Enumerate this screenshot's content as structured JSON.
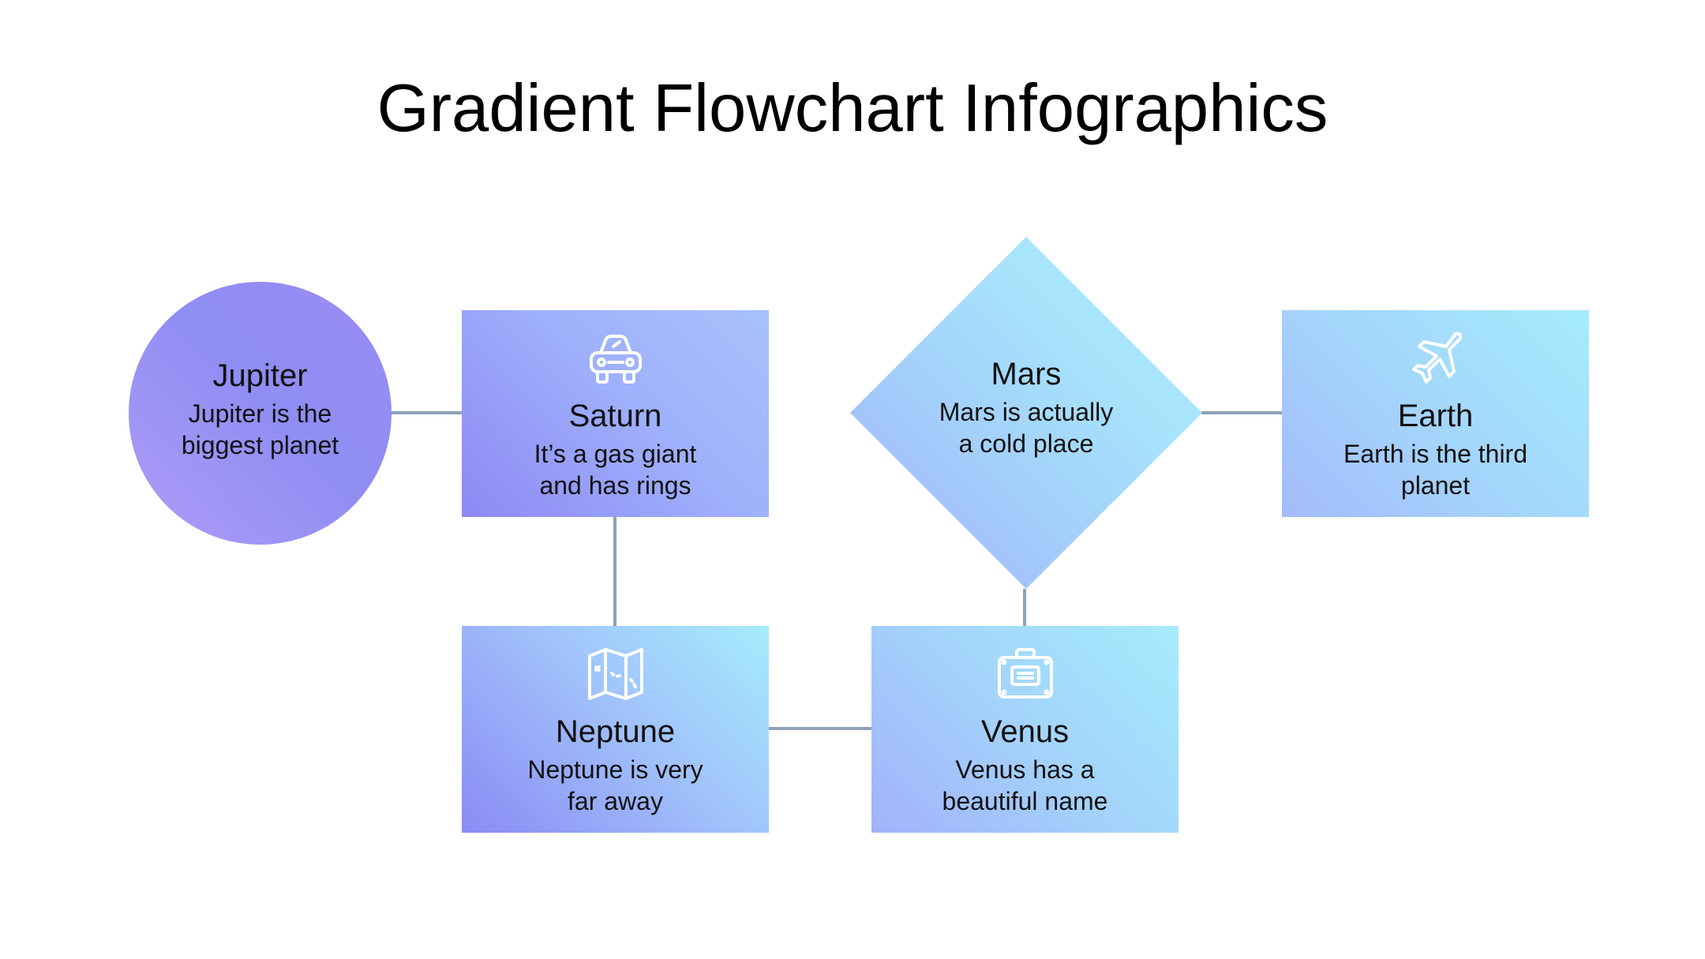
{
  "title": "Gradient Flowchart Infographics",
  "colors": {
    "connector": "#8da1b8",
    "purple": "#9a8cf4",
    "light_blue": "#a5ecfb",
    "icon_stroke": "#ffffff"
  },
  "nodes": {
    "jupiter": {
      "title": "Jupiter",
      "desc_line1": "Jupiter is the",
      "desc_line2": "biggest planet"
    },
    "saturn": {
      "title": "Saturn",
      "desc_line1": "It’s a gas giant",
      "desc_line2": "and has rings",
      "icon": "car-icon"
    },
    "mars": {
      "title": "Mars",
      "desc_line1": "Mars is actually",
      "desc_line2": "a cold place"
    },
    "earth": {
      "title": "Earth",
      "desc_line1": "Earth is the third",
      "desc_line2": "planet",
      "icon": "airplane-icon"
    },
    "neptune": {
      "title": "Neptune",
      "desc_line1": "Neptune is very",
      "desc_line2": "far away",
      "icon": "map-icon"
    },
    "venus": {
      "title": "Venus",
      "desc_line1": "Venus has a",
      "desc_line2": "beautiful name",
      "icon": "suitcase-icon"
    }
  }
}
